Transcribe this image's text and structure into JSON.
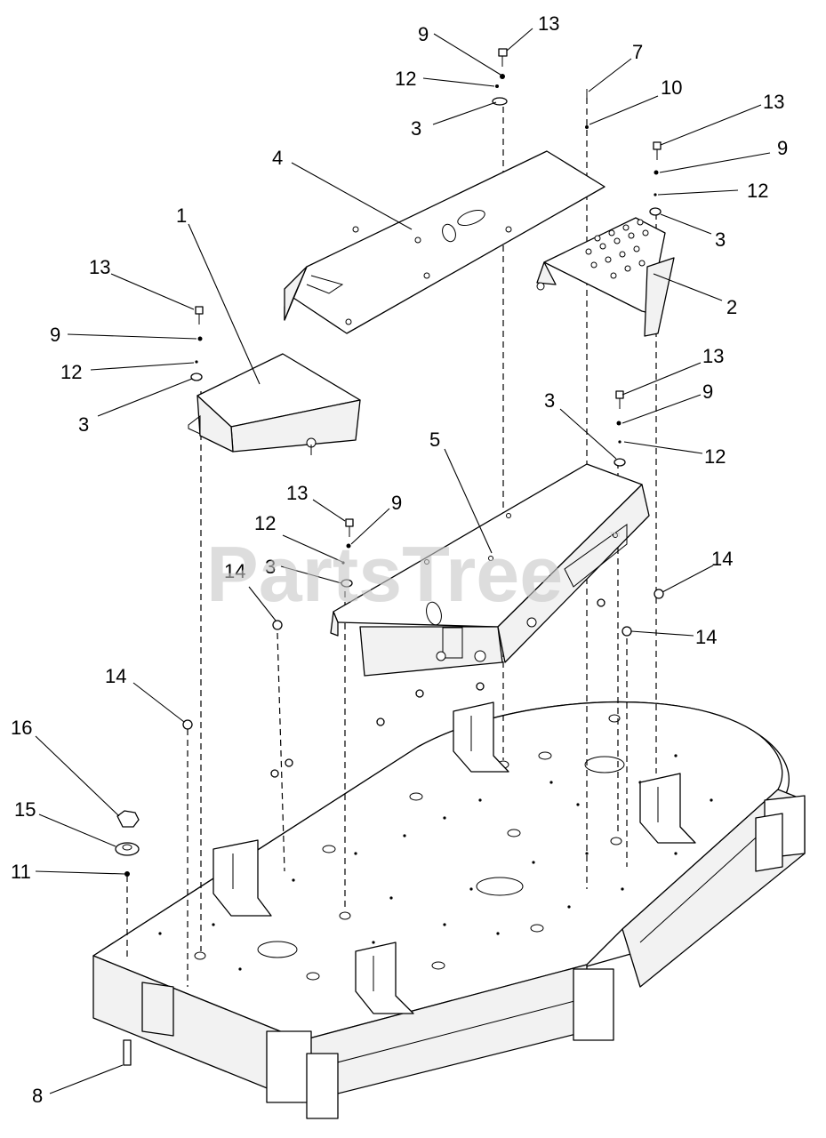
{
  "watermark": {
    "text": "PartsTree",
    "mark": "™"
  },
  "callouts": {
    "c1": "1",
    "c2": "2",
    "c3a": "3",
    "c3b": "3",
    "c3c": "3",
    "c3d": "3",
    "c3e": "3",
    "c4": "4",
    "c5": "5",
    "c7": "7",
    "c8": "8",
    "c9a": "9",
    "c9b": "9",
    "c9c": "9",
    "c9d": "9",
    "c9e": "9",
    "c10": "10",
    "c11": "11",
    "c12a": "12",
    "c12b": "12",
    "c12c": "12",
    "c12d": "12",
    "c12e": "12",
    "c13a": "13",
    "c13b": "13",
    "c13c": "13",
    "c13d": "13",
    "c13e": "13",
    "c14a": "14",
    "c14b": "14",
    "c14c": "14",
    "c14d": "14",
    "c15": "15",
    "c16": "16"
  }
}
